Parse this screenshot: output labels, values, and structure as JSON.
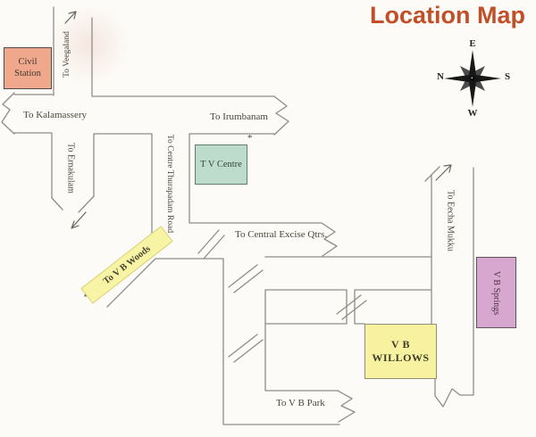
{
  "title": {
    "text": "Location Map",
    "color": "#c14f28"
  },
  "compass": {
    "top": "E",
    "right": "S",
    "bottom": "W",
    "left": "N"
  },
  "places": {
    "civil_station": {
      "label": "Civil Station",
      "fill": "#efa88c"
    },
    "tv_centre": {
      "label": "T V Centre",
      "fill": "#bddccb",
      "marker": "*"
    },
    "vb_willows": {
      "label": "V B WILLOWS",
      "fill": "#f6f2a0"
    },
    "vb_springs": {
      "label": "V B Springs",
      "fill": "#d8a7d0"
    }
  },
  "road_labels": {
    "veegaland": {
      "label": "To Veegaland"
    },
    "kalamassery": {
      "label": "To Kalamassery"
    },
    "irumbanam": {
      "label": "To Irumbanam"
    },
    "ernakulam": {
      "label": "To Ernakulam"
    },
    "thurapadam": {
      "label": "To Centre Thurapadam Road"
    },
    "central_excise": {
      "label": "To Central Excise Qtrs."
    },
    "vb_woods": {
      "label": "To V B Woods",
      "fill": "#f8f4a6"
    },
    "eecha_mukku": {
      "label": "To Eecha Mukku"
    },
    "vb_park": {
      "label": "To V B Park"
    }
  },
  "road_color": "#8f8d85"
}
